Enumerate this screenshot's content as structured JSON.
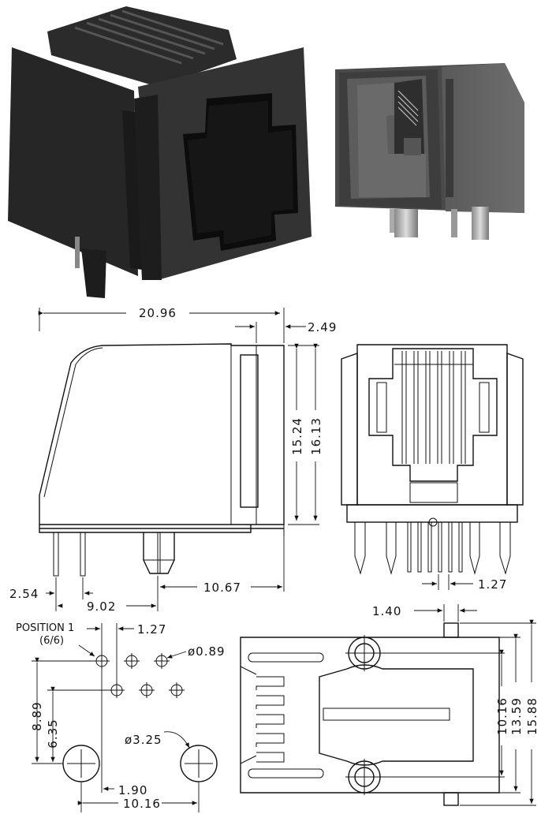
{
  "photos": {
    "left": "rj-jack-photo-front",
    "right": "rj-jack-photo-side"
  },
  "side_view": {
    "width": "20.96",
    "offset_top": "2.49",
    "height_inner": "15.24",
    "height_outer": "16.13",
    "pin_pitch": "2.54",
    "pin_to_post": "9.02",
    "post_to_front": "10.67"
  },
  "front_view": {
    "pin_pitch": "1.27"
  },
  "pcb_layout": {
    "position_label_1": "POSITION 1",
    "position_label_2": "(6/6)",
    "pitch": "1.27",
    "hole_dia": "ø0.89",
    "row_spacing_1": "8.89",
    "row_spacing_2": "6.35",
    "post_dia": "ø3.25",
    "offset_x": "1.90",
    "post_spacing": "10.16"
  },
  "bottom_view": {
    "tab_width": "1.40",
    "post_spacing": "10.16",
    "depth_inner": "13.59",
    "depth_outer": "15.88"
  }
}
